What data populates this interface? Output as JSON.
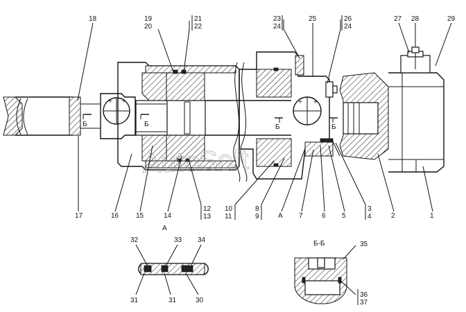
{
  "labels": {
    "l18": "18",
    "l19": "19",
    "l20": "20",
    "l21": "21",
    "l22": "22",
    "l23": "23",
    "l24a": "24",
    "l25": "25",
    "l26": "26",
    "l24b": "24",
    "l27": "27",
    "l28": "28",
    "l29": "29",
    "l17": "17",
    "l16": "16",
    "l15": "15",
    "l14": "14",
    "l12": "12",
    "l13": "13",
    "l10": "10",
    "l11": "11",
    "l8": "8",
    "l9": "9",
    "lA": "A",
    "l7": "7",
    "l6": "6",
    "l5": "5",
    "l3": "3",
    "l4": "4",
    "l2": "2",
    "l1": "1",
    "l32": "32",
    "l33": "33",
    "l34": "34",
    "l31a": "31",
    "l31b": "31",
    "l30": "30",
    "l35": "35",
    "l36": "36",
    "l37": "37"
  },
  "section_marks": {
    "b1": "Б",
    "b2": "Б",
    "b3": "Б",
    "b4": "Б"
  },
  "views": {
    "detail_a": "A",
    "section_bb": "Б-Б"
  },
  "watermark": "AutoSoft"
}
